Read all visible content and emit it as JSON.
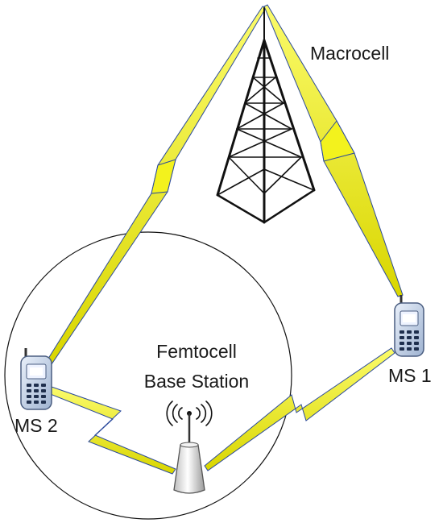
{
  "labels": {
    "macrocell": "Macrocell",
    "femtocell_line1": "Femtocell",
    "femtocell_line2": "Base Station",
    "ms1": "MS 1",
    "ms2": "MS 2"
  },
  "colors": {
    "link_fill": "#f3f21d",
    "link_edge": "#2b4a9c",
    "tower": "#111111",
    "phone_body": "#c9d7ea",
    "phone_edge": "#4a5d80",
    "femto_body": "#e8e8e8",
    "circle": "#111111"
  },
  "icons": [
    "macrocell-tower-icon",
    "mobile-phone-icon",
    "femtocell-base-station-icon",
    "radio-waves-icon"
  ]
}
